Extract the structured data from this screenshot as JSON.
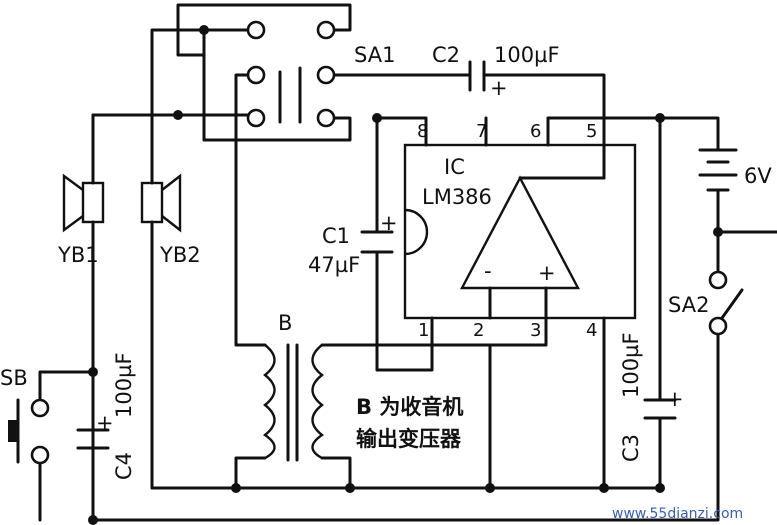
{
  "labels": {
    "sa1": "SA1",
    "c2": "C2",
    "c2_value": "100µF",
    "c2_plus": "+",
    "ic": "IC",
    "ic_part": "LM386",
    "c1": "C1",
    "c1_value": "47µF",
    "c1_plus": "+",
    "yb1": "YB1",
    "yb2": "YB2",
    "battery": "6V",
    "sa2": "SA2",
    "sb": "SB",
    "c4": "C4",
    "c4_value": "100µF",
    "c4_plus": "+",
    "c3": "C3",
    "c3_value": "100µF",
    "c3_plus": "+",
    "transformer": "B",
    "note_line1": "B 为收音机",
    "note_line2": "输出变压器",
    "opamp_minus": "-",
    "opamp_plus": "+"
  },
  "pins": [
    "1",
    "2",
    "3",
    "4",
    "5",
    "6",
    "7",
    "8"
  ],
  "watermark": "www.55dianzi.com"
}
